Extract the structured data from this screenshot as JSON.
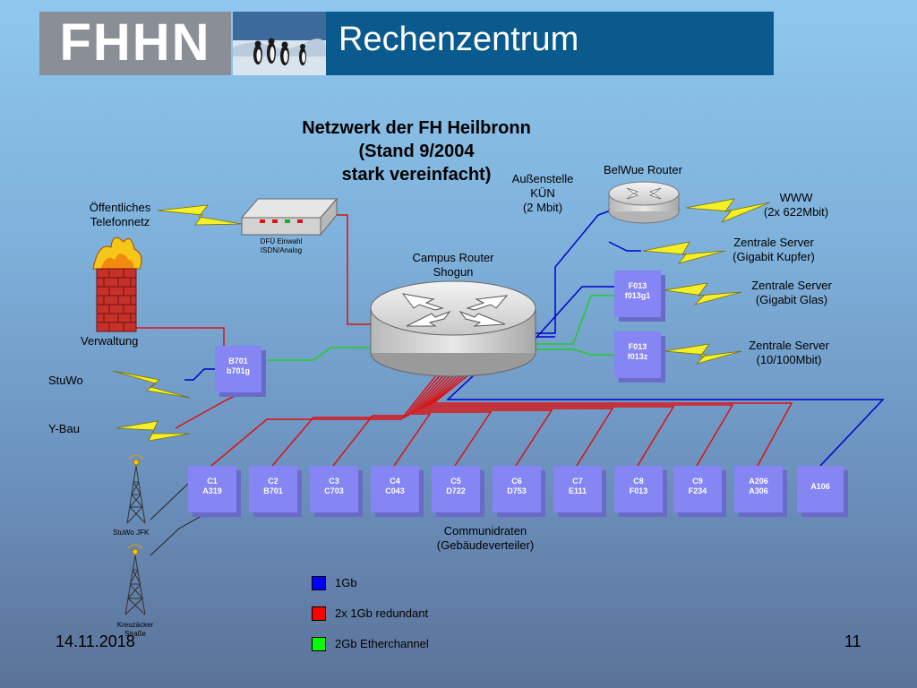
{
  "header": {
    "logo_text": "FHHN",
    "title": "Rechenzentrum"
  },
  "diagram_title": {
    "line1": "Netzwerk der FH Heilbronn",
    "line2": "(Stand 9/2004",
    "line3": "stark vereinfacht)"
  },
  "labels": {
    "telefonnetz_1": "Öffentliches",
    "telefonnetz_2": "Telefonnetz",
    "dfue_1": "DFÜ Einwahl",
    "dfue_2": "ISDN/Analog",
    "aussenstelle_1": "Außenstelle",
    "aussenstelle_2": "KÜN",
    "aussenstelle_3": "(2 Mbit)",
    "belwue": "BelWue Router",
    "www_1": "WWW",
    "www_2": "(2x 622Mbit)",
    "campus_1": "Campus Router",
    "campus_2": "Shogun",
    "zs_kupfer_1": "Zentrale Server",
    "zs_kupfer_2": "(Gigabit Kupfer)",
    "zs_glas_1": "Zentrale Server",
    "zs_glas_2": "(Gigabit Glas)",
    "zs_100_1": "Zentrale Server",
    "zs_100_2": "(10/100Mbit)",
    "verwaltung": "Verwaltung",
    "stuwo": "StuWo",
    "ybau": "Y-Bau",
    "stuwo_jfk": "StuWo JFK",
    "kreuz_1": "Kreuzäcker",
    "kreuz_2": "Straße",
    "communi_1": "Communidraten",
    "communi_2": "(Gebäudeverteiler)"
  },
  "switches": {
    "b701": [
      "B701",
      "b701g"
    ],
    "f013g1": [
      "F013",
      "f013g1"
    ],
    "f013z": [
      "F013",
      "f013z"
    ]
  },
  "buildings": [
    {
      "top": "C1",
      "bottom": "A319"
    },
    {
      "top": "C2",
      "bottom": "B701"
    },
    {
      "top": "C3",
      "bottom": "C703"
    },
    {
      "top": "C4",
      "bottom": "C043"
    },
    {
      "top": "C5",
      "bottom": "D722"
    },
    {
      "top": "C6",
      "bottom": "D753"
    },
    {
      "top": "C7",
      "bottom": "E111"
    },
    {
      "top": "C8",
      "bottom": "F013"
    },
    {
      "top": "C9",
      "bottom": "F234"
    },
    {
      "top": "A206",
      "bottom": "A306"
    },
    {
      "top": "A106",
      "bottom": ""
    }
  ],
  "legend": [
    {
      "label": "1Gb",
      "color": "#0000ff"
    },
    {
      "label": "2x 1Gb redundant",
      "color": "#ff0000"
    },
    {
      "label": "2Gb Etherchannel",
      "color": "#00ff00"
    }
  ],
  "footer": {
    "date": "14.11.2018",
    "page": "11"
  },
  "colors": {
    "link_1gb": "#0000cc",
    "link_redundant": "#dd1111",
    "link_etherchannel": "#22cc22",
    "box_fill": "#8585f4",
    "header_bar": "#0a5a8e"
  },
  "icons": {
    "lightning": "lightning-bolt-icon",
    "router": "router-icon",
    "firewall": "firewall-icon",
    "antenna": "radio-tower-icon",
    "modem": "modem-icon"
  }
}
